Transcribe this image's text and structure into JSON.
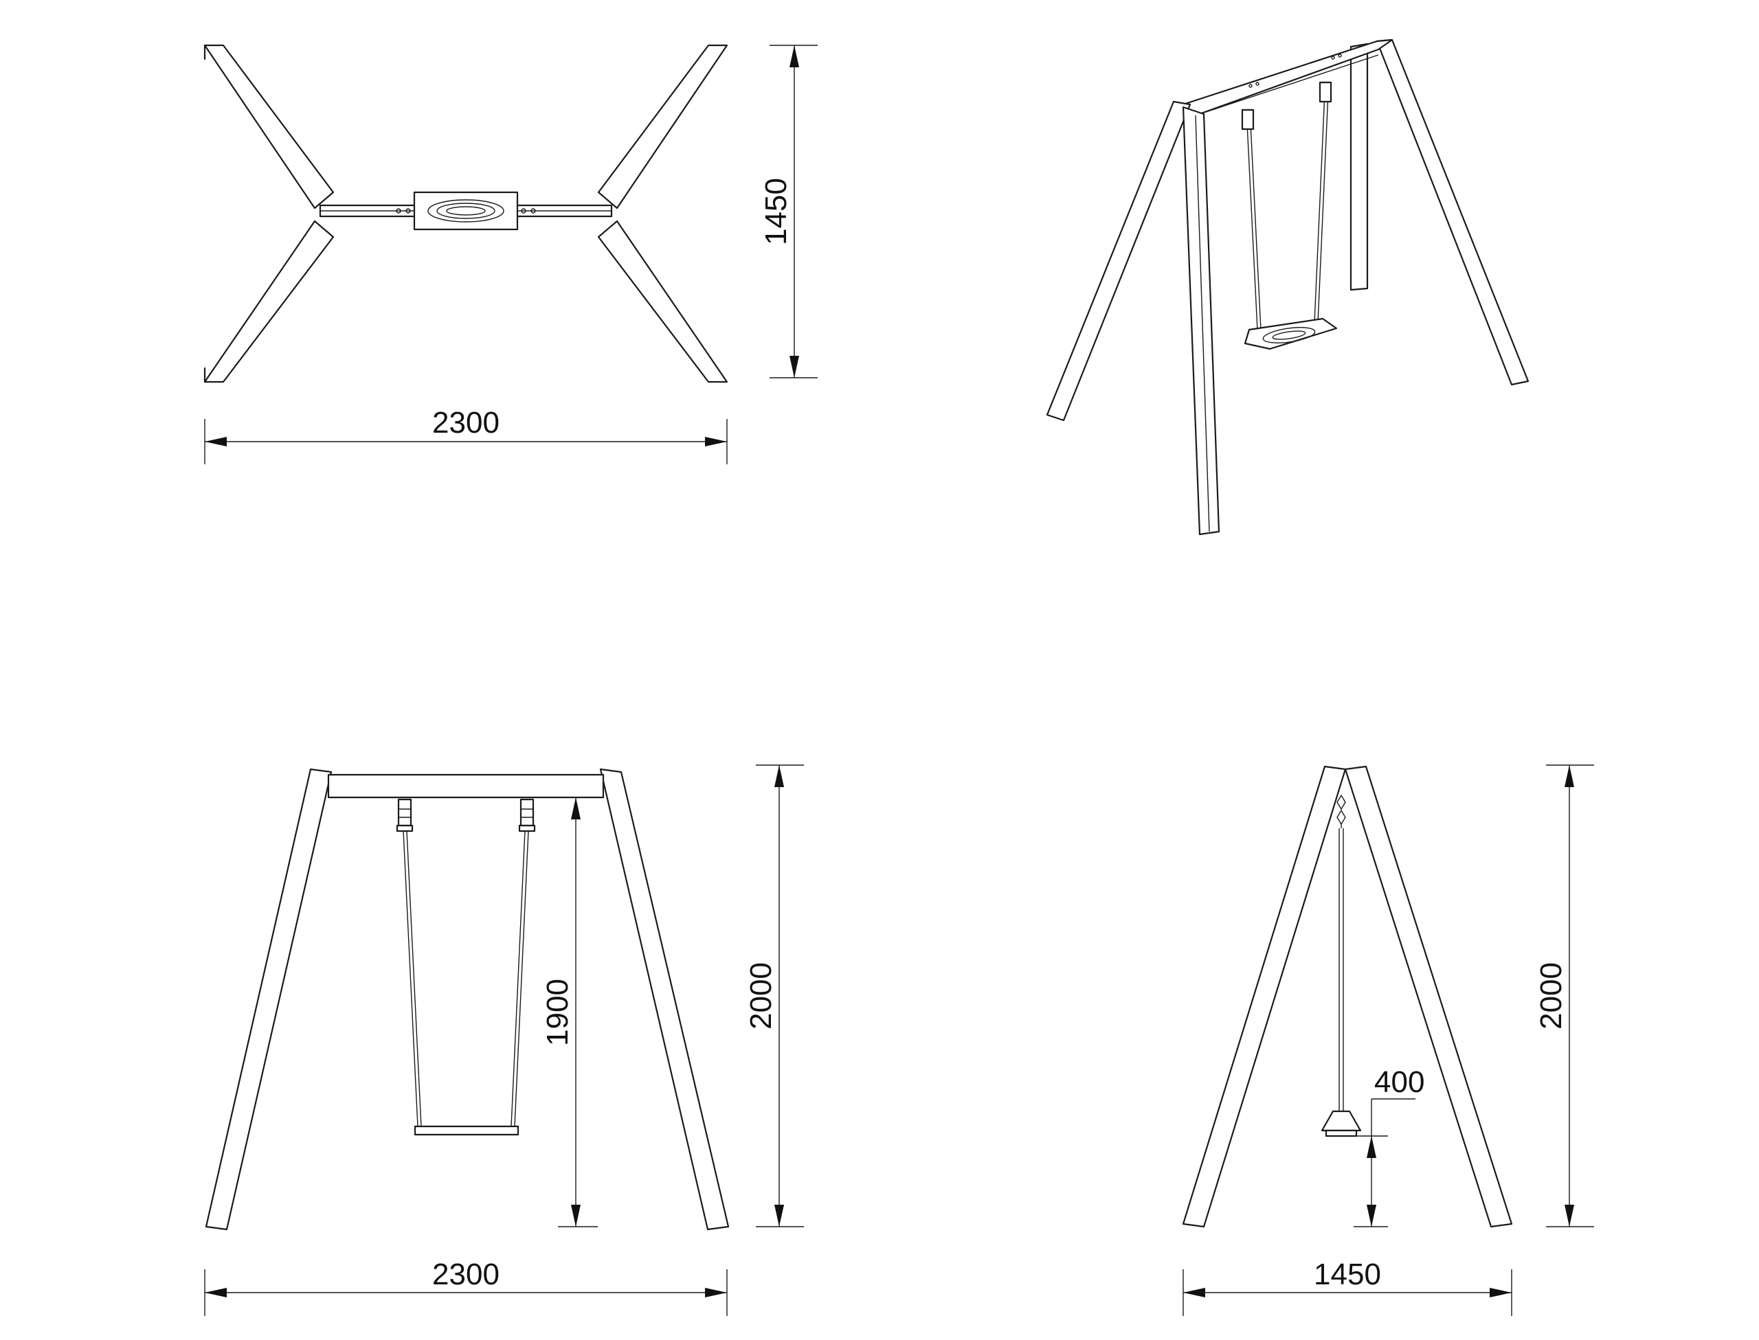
{
  "dimensions": {
    "top_view_width": "2300",
    "top_view_depth": "1450",
    "front_view_width": "2300",
    "front_view_seat_bar_height": "1900",
    "front_view_total_height": "2000",
    "side_view_depth": "1450",
    "side_view_total_height": "2000",
    "side_view_seat_height": "400"
  }
}
